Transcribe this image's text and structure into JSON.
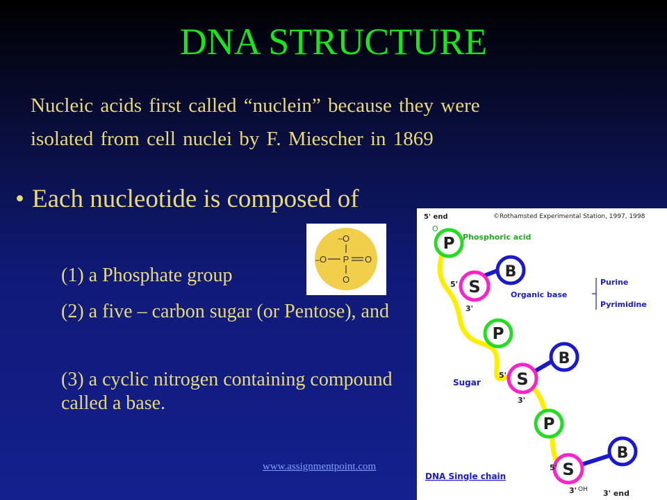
{
  "slide": {
    "title": "DNA STRUCTURE",
    "intro_line1": "Nucleic acids first called “nuclein” because they were",
    "intro_line2": "isolated from cell  nuclei by F. Miescher in 1869",
    "bullet_char": "•",
    "bullet_text": "Each nucleotide is composed of",
    "sub_items": [
      "(1) a Phosphate group",
      "(2) a five – carbon sugar (or Pentose), and",
      "(3) a cyclic nitrogen containing compound called a base."
    ],
    "footer_url": "www.assignmentpoint.com"
  },
  "phosphate": {
    "o_top": "O",
    "o_left": "O",
    "p": "P",
    "o_right": "O",
    "o_bottom": "O",
    "minus": "–",
    "fill_color": "#f2cf4a"
  },
  "diagram": {
    "five_end": "5' end",
    "copyright": "©Rothamsted Experimental Station, 1997, 1998",
    "o_label": "O",
    "p_letter": "P",
    "s_letter": "S",
    "b_letter": "B",
    "phosphoric_acid": "Phosphoric acid",
    "organic_base": "Organic base",
    "purine": "Purine",
    "pyrimidine": "Pyrimidine",
    "sugar": "Sugar",
    "five_prime": "5'",
    "three_prime": "3'",
    "oh": "OH",
    "single_chain": "DNA Single chain",
    "three_end": "3' end",
    "colors": {
      "phosphate_ring": "#22dd22",
      "sugar_ring": "#ff22cc",
      "base_ring": "#1a1acc",
      "backbone": "#ffee00",
      "label": "#1a1acc"
    }
  }
}
